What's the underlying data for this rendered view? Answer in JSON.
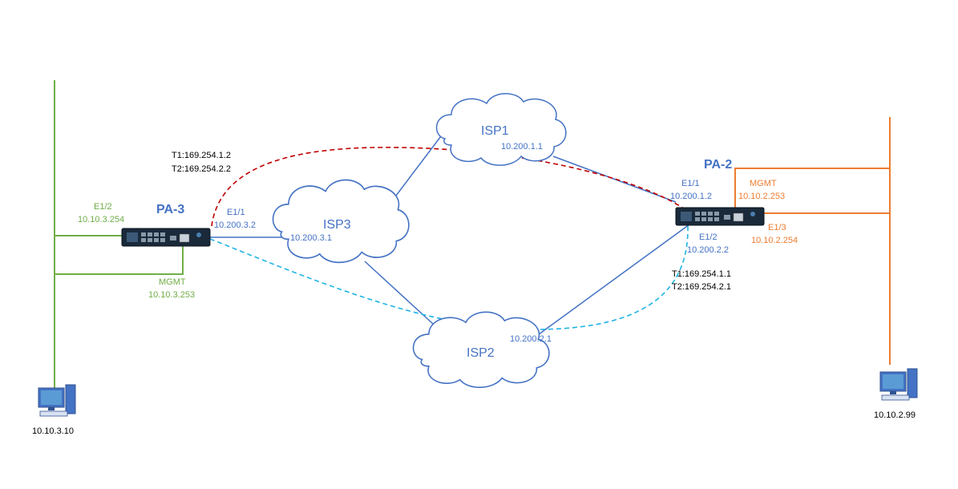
{
  "colors": {
    "accent_blue": "#4472c4",
    "site3_green": "#70ad47",
    "site2_orange": "#ed7d31",
    "tunnel_red": "#c00000",
    "tunnel_cyan": "#1fb4e6",
    "firewall_body": "#1a2a3a"
  },
  "firewalls": {
    "pa3": {
      "label": "PA-3"
    },
    "pa2": {
      "label": "PA-2"
    }
  },
  "clouds": {
    "isp1": {
      "label": "ISP1",
      "ip": "10.200.1.1"
    },
    "isp2": {
      "label": "ISP2",
      "ip": "10.200.2.1"
    },
    "isp3": {
      "label": "ISP3",
      "ip": "10.200.3.1"
    }
  },
  "pa3_interfaces": {
    "e1_1": {
      "name": "E1/1",
      "ip": "10.200.3.2"
    },
    "e1_2": {
      "name": "E1/2",
      "ip": "10.10.3.254"
    },
    "mgmt": {
      "name": "MGMT",
      "ip": "10.10.3.253"
    }
  },
  "pa2_interfaces": {
    "e1_1": {
      "name": "E1/1",
      "ip": "10.200.1.2"
    },
    "e1_2": {
      "name": "E1/2",
      "ip": "10.200.2.2"
    },
    "e1_3": {
      "name": "E1/3",
      "ip": "10.10.2.254"
    },
    "mgmt": {
      "name": "MGMT",
      "ip": "10.10.2.253"
    }
  },
  "tunnels": {
    "pa3": {
      "t1": "T1:169.254.1.2",
      "t2": "T2:169.254.2.2"
    },
    "pa2": {
      "t1": "T1:169.254.1.1",
      "t2": "T2:169.254.2.1"
    }
  },
  "hosts": {
    "left": {
      "ip": "10.10.3.10",
      "icon": "computer-icon"
    },
    "right": {
      "ip": "10.10.2.99",
      "icon": "computer-icon"
    }
  }
}
